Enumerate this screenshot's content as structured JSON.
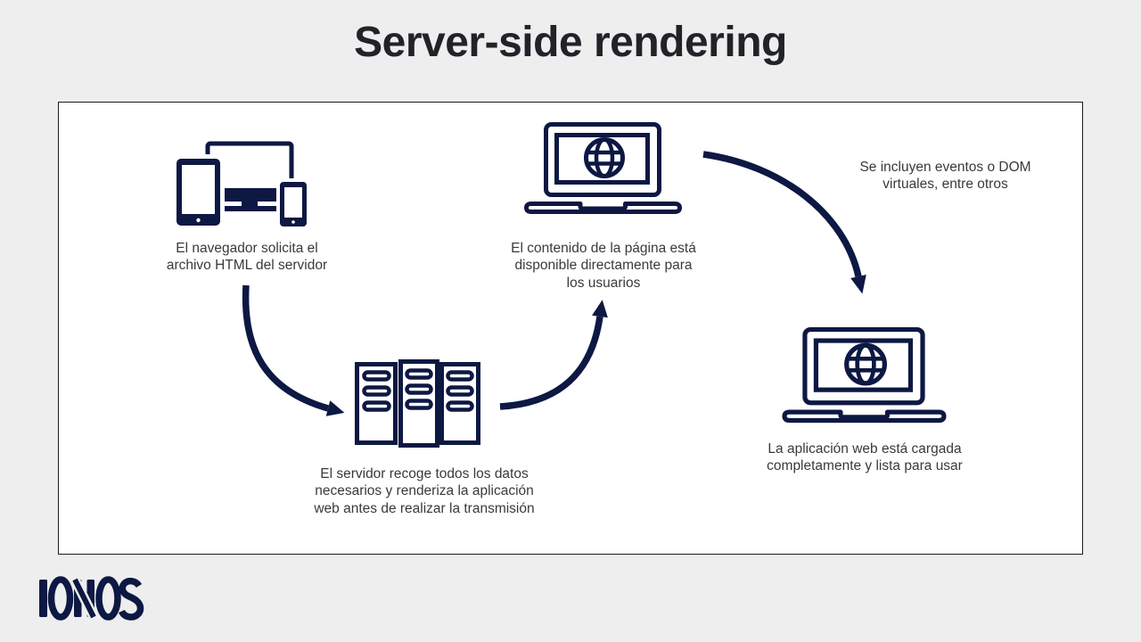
{
  "title": "Server-side rendering",
  "colors": {
    "accent_navy": "#0d1843",
    "title_color": "#212329",
    "caption_color": "#3a3a3a",
    "background": "#eeeeee",
    "panel_background": "#ffffff",
    "panel_border": "#1c1c1c"
  },
  "diagram": {
    "steps": [
      {
        "name": "browser-request",
        "icon": "devices-icon",
        "caption_lines": [
          "El navegador solicita el",
          "archivo HTML del servidor"
        ]
      },
      {
        "name": "server-render",
        "icon": "server-rack-icon",
        "caption_lines": [
          "El servidor recoge todos los datos",
          "necesarios y renderiza la aplicación",
          "web antes de realizar la transmisión"
        ]
      },
      {
        "name": "content-available",
        "icon": "laptop-globe-icon",
        "caption_lines": [
          "El contenido de la página está",
          "disponible directamente para",
          "los usuarios"
        ]
      },
      {
        "name": "app-ready",
        "icon": "laptop-globe-icon",
        "caption_lines": [
          "La aplicación web está cargada",
          "completamente y lista para usar"
        ]
      }
    ],
    "annotation_lines": [
      "Se incluyen eventos o DOM",
      "virtuales, entre otros"
    ]
  },
  "brand": {
    "logo_text": "IONOS"
  }
}
